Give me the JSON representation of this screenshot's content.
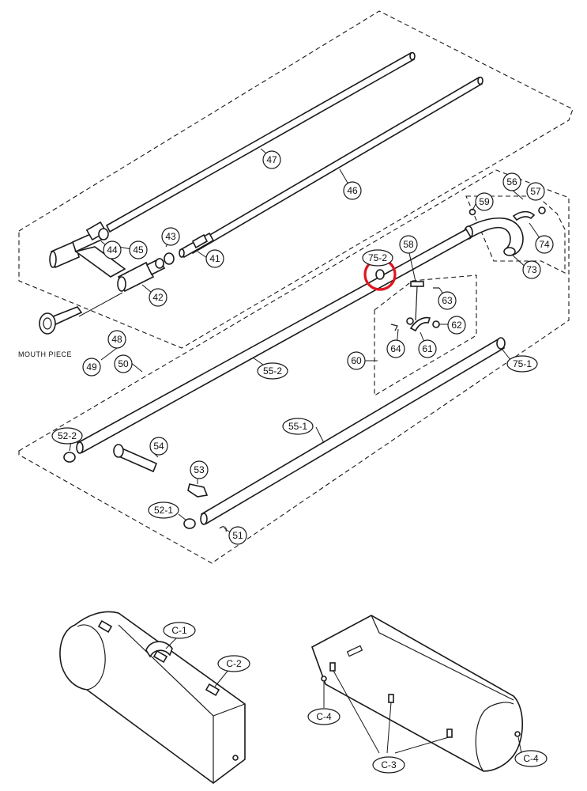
{
  "diagram": {
    "parts": [
      {
        "id": "p47",
        "label": "47"
      },
      {
        "id": "p46",
        "label": "46"
      },
      {
        "id": "p43",
        "label": "43"
      },
      {
        "id": "p44",
        "label": "44"
      },
      {
        "id": "p45",
        "label": "45"
      },
      {
        "id": "p41",
        "label": "41"
      },
      {
        "id": "p42",
        "label": "42"
      },
      {
        "id": "p48",
        "label": "48"
      },
      {
        "id": "p49",
        "label": "49"
      },
      {
        "id": "p50",
        "label": "50"
      },
      {
        "id": "p56",
        "label": "56"
      },
      {
        "id": "p57",
        "label": "57"
      },
      {
        "id": "p59",
        "label": "59"
      },
      {
        "id": "p74",
        "label": "74"
      },
      {
        "id": "p73",
        "label": "73"
      },
      {
        "id": "p58",
        "label": "58"
      },
      {
        "id": "p75_2",
        "label": "75-2"
      },
      {
        "id": "p63",
        "label": "63"
      },
      {
        "id": "p62",
        "label": "62"
      },
      {
        "id": "p64",
        "label": "64"
      },
      {
        "id": "p61",
        "label": "61"
      },
      {
        "id": "p60",
        "label": "60"
      },
      {
        "id": "p75_1",
        "label": "75-1"
      },
      {
        "id": "p55_2",
        "label": "55-2"
      },
      {
        "id": "p55_1",
        "label": "55-1"
      },
      {
        "id": "p52_2",
        "label": "52-2"
      },
      {
        "id": "p54",
        "label": "54"
      },
      {
        "id": "p53",
        "label": "53"
      },
      {
        "id": "p52_1",
        "label": "52-1"
      },
      {
        "id": "p51",
        "label": "51"
      },
      {
        "id": "c1",
        "label": "C-1"
      },
      {
        "id": "c2",
        "label": "C-2"
      },
      {
        "id": "c4a",
        "label": "C-4"
      },
      {
        "id": "c4b",
        "label": "C-4"
      },
      {
        "id": "c3",
        "label": "C-3"
      }
    ],
    "mouthpiece_label": "MOUTH PIECE",
    "highlight_color": "#e0141e",
    "line_color": "#1a1a1a"
  }
}
